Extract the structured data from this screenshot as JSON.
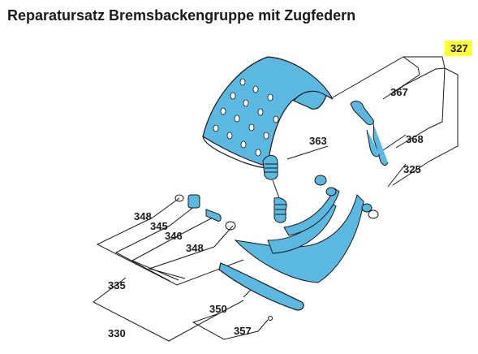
{
  "title": "Reparatursatz Bremsbackengruppe mit Zugfedern",
  "highlight_color": "#ffff33",
  "part_color": "#5bb8e0",
  "callouts": {
    "c327": "327",
    "c367": "367",
    "c363": "363",
    "c368": "368",
    "c325": "325",
    "c348a": "348",
    "c345": "345",
    "c346": "346",
    "c348b": "348",
    "c335": "335",
    "c350": "350",
    "c357": "357",
    "c330": "330"
  }
}
